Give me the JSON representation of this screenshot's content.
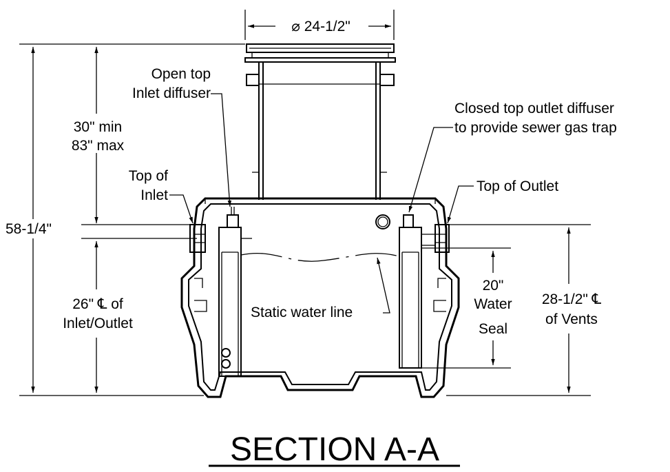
{
  "labels": {
    "diameter": "⌀ 24-1/2\"",
    "open_top_line1": "Open top",
    "open_top_line2": "Inlet diffuser",
    "closed_top_line1": "Closed top outlet diffuser",
    "closed_top_line2": "to provide sewer gas trap",
    "min_line1": "30\" min",
    "min_line2": "83\" max",
    "top_inlet_line1": "Top of",
    "top_inlet_line2": "Inlet",
    "top_outlet": "Top of Outlet",
    "overall_height": "58-1/4\"",
    "inlet_cl_line1": "26\" ℄ of",
    "inlet_cl_line2": "Inlet/Outlet",
    "static_water": "Static water line",
    "water_seal_line1": "20\"",
    "water_seal_line2": "Water",
    "water_seal_line3": "Seal",
    "vents_line1": "28-1/2\" ℄",
    "vents_line2": "of Vents",
    "section_title": "SECTION A-A"
  }
}
